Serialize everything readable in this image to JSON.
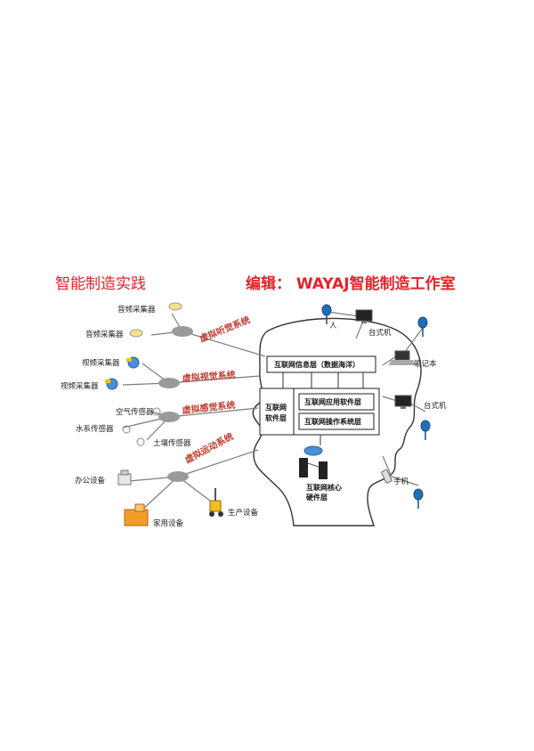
{
  "header": {
    "left_title": "智能制造实践",
    "right_title": "编辑：  WAYAJ智能制造工作室"
  },
  "diagram": {
    "systems": {
      "hearing": "虚拟听觉系统",
      "vision": "虚拟视觉系统",
      "sensing": "虚拟感觉系统",
      "motion": "虚拟运动系统"
    },
    "devices": {
      "audio1": "音频采集器",
      "audio2": "音频采集器",
      "video1": "视频采集器",
      "video2": "视频采集器",
      "air": "空气传感器",
      "water": "水系传感器",
      "soil": "土壤传感器",
      "office": "办公设备",
      "home": "家用设备",
      "production": "生产设备"
    },
    "right_nodes": {
      "person1": "人",
      "desktop1": "台式机",
      "laptop": "笔记本",
      "desktop2": "台式机",
      "phone": "手机"
    },
    "layers": {
      "info": "互联网信息层（数据海洋）",
      "software_l1": "互联网",
      "software_l2": "软件层",
      "app": "互联网应用软件层",
      "os": "互联网操作系统层",
      "core_l1": "互联网核心",
      "core_l2": "硬件层"
    },
    "colors": {
      "header_red": "#e8202a",
      "system_red": "#c0392b",
      "person_blue": "#1f6fb8",
      "node_gray": "#9a9a9a"
    }
  }
}
